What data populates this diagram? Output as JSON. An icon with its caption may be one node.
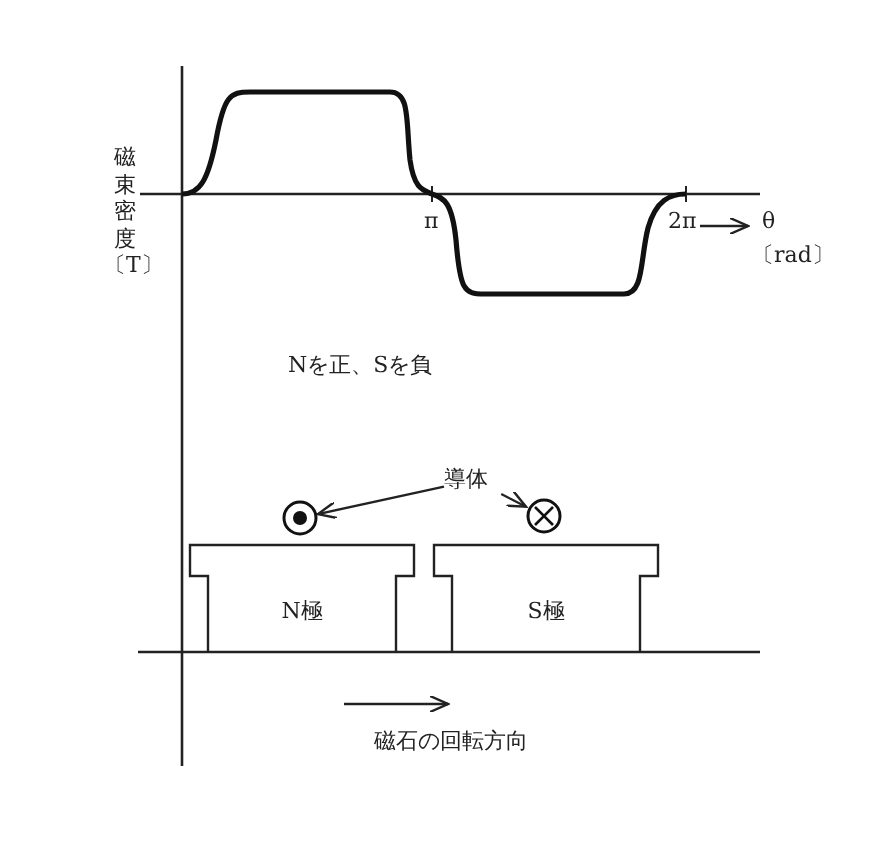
{
  "diagram": {
    "nodes": [
      {
        "text": [
          "導体"
        ]
      },
      {
        "text": [],
        "shape": "circle"
      },
      {
        "text": [],
        "shape": "circle"
      },
      {
        "text": [
          "N極"
        ]
      },
      {
        "text": [
          "S極"
        ]
      }
    ],
    "edges": [
      {
        "from": 0,
        "to": 1,
        "arrow": "to"
      },
      {
        "from": 0,
        "to": 2,
        "arrow": "to"
      }
    ],
    "labels": [
      "磁束密度",
      "〔T〕",
      "π",
      "2π",
      "θ",
      "〔rad〕",
      "Nを正、Sを負",
      "磁石の回転方向"
    ]
  }
}
